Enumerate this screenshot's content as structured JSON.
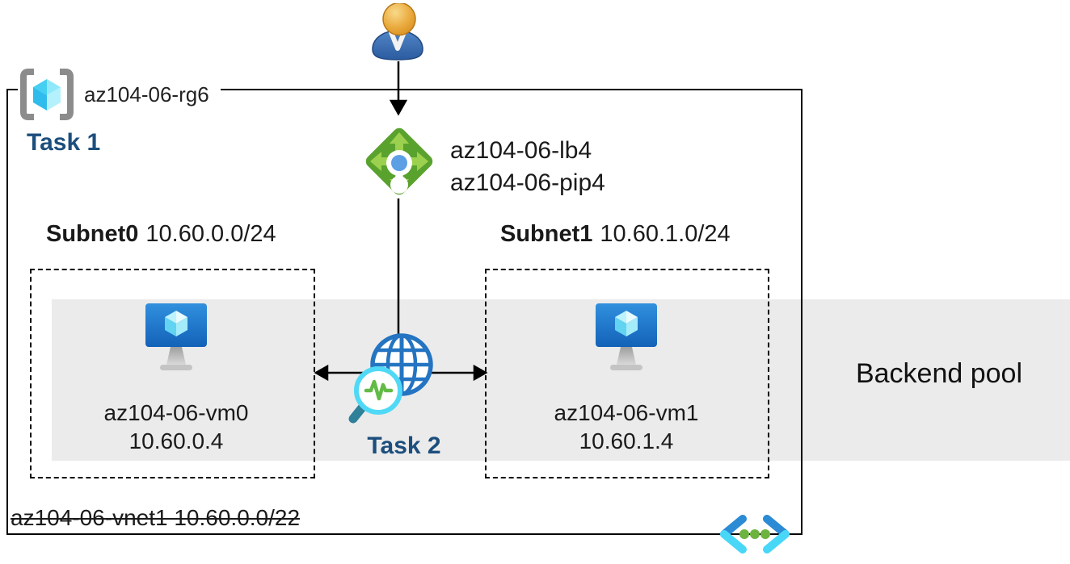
{
  "diagram": {
    "resource_group": {
      "label": "az104-06-rg6",
      "task": "Task 1",
      "icon": "resource-group-icon"
    },
    "user": {
      "icon": "user-icon"
    },
    "load_balancer": {
      "name": "az104-06-lb4",
      "pip": "az104-06-pip4",
      "icon": "load-balancer-icon"
    },
    "subnet0": {
      "name": "Subnet0",
      "cidr": "10.60.0.0/24"
    },
    "subnet1": {
      "name": "Subnet1",
      "cidr": "10.60.1.0/24"
    },
    "vm0": {
      "name": "az104-06-vm0",
      "ip": "10.60.0.4",
      "icon": "virtual-machine-icon"
    },
    "vm1": {
      "name": "az104-06-vm1",
      "ip": "10.60.1.4",
      "icon": "virtual-machine-icon"
    },
    "probe": {
      "task": "Task 2",
      "icon": "health-probe-globe-icon"
    },
    "backend_pool": {
      "label": "Backend pool"
    },
    "vnet": {
      "label": "az104-06-vnet1 10.60.0.0/22",
      "strikethrough": true
    },
    "code": {
      "icon": "code-brackets-icon"
    },
    "colors": {
      "backend_band": "#ebebeb",
      "task_text": "#1c4e7d",
      "lb_green": "#5aa22e",
      "lb_arrow_green": "#9cd14f",
      "lb_dot_blue": "#5c9fe5",
      "vm_blue_top": "#3190de",
      "vm_blue_bottom": "#1362b8",
      "cube_cyan": "#50d3f2",
      "globe_blue": "#2474c2",
      "magnifier_cyan": "#4fd9f6",
      "pulse_green": "#62bb46",
      "handle_teal": "#2f8099",
      "bracket_gray": "#8c8c8c",
      "code_blue": "#2b8bd4",
      "code_cyan": "#49d7f8",
      "code_dot_green": "#6cb33f",
      "line_black": "#000000"
    }
  }
}
